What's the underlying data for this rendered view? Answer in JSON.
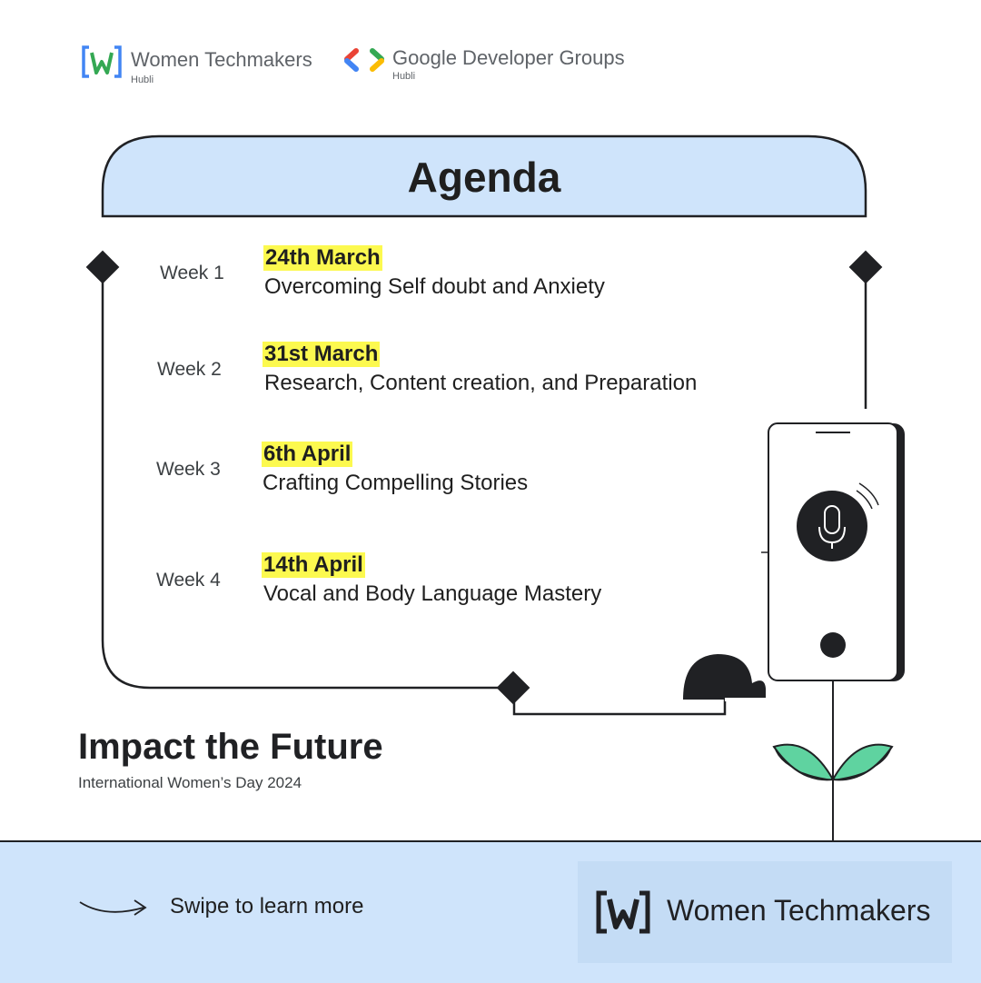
{
  "header": {
    "wt_logo": {
      "name": "Women Techmakers",
      "sub": "Hubli"
    },
    "gdg_logo": {
      "name": "Google Developer Groups",
      "sub": "Hubli"
    }
  },
  "agenda": {
    "title": "Agenda",
    "items": [
      {
        "week": "Week 1",
        "date": "24th March",
        "topic": "Overcoming Self doubt and Anxiety"
      },
      {
        "week": "Week 2",
        "date": "31st March",
        "topic": "Research, Content creation, and Preparation"
      },
      {
        "week": "Week 3",
        "date": "6th April",
        "topic": "Crafting Compelling Stories"
      },
      {
        "week": "Week 4",
        "date": "14th April",
        "topic": "Vocal and Body Language Mastery"
      }
    ]
  },
  "footer_text": {
    "headline": "Impact the Future",
    "subline": "International Women’s Day 2024"
  },
  "bottom": {
    "swipe_label": "Swipe to learn more",
    "brand": "Women Techmakers"
  },
  "colors": {
    "highlight": "#fcf94f",
    "light_blue": "#cfe4fb",
    "leaf_green": "#5fd3a0",
    "dark": "#202124"
  },
  "icons": [
    "wtm-logo",
    "gdg-logo",
    "mic-icon",
    "arrow-icon",
    "plant-icon",
    "cloud-icon",
    "diamond-icon",
    "phone-icon"
  ]
}
